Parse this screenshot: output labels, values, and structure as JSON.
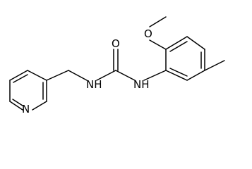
{
  "molecule": {
    "atoms": {
      "n_pyridine": "N",
      "nh_left": "NH",
      "nh_right": "NH",
      "o_carbonyl": "O",
      "o_methoxy": "O"
    }
  }
}
